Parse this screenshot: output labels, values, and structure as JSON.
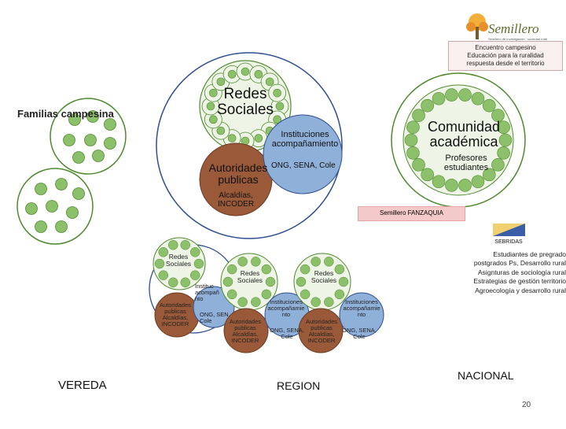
{
  "logo": {
    "name": "Semillero",
    "tagline": "Semillero de investigación · sociedad rural",
    "icon": "tree-logo-icon"
  },
  "top_box": {
    "lines": [
      "Encuentro campesino",
      "Educación para la ruralidad",
      "respuesta desde el territorio"
    ]
  },
  "labels": {
    "familias": "Familias campesina",
    "redes_sociales": "Redes\nSociales",
    "instituciones": "Instituciones\nacompañamiento",
    "ong": "ONG, SENA, Cole",
    "autoridades": "Autoridades\npublicas",
    "alcaldias": "Alcaldías,\nINCODER",
    "comunidad": "Comunidad\nacadémica",
    "profesores": "Profesores\nestudiantes",
    "semillero": "Semillero FANZAQUIA"
  },
  "small_clusters": [
    {
      "redes": "Redes\nSociales",
      "inst": "Instituc\nacompañ\nnto",
      "ong": "ONG, SEN\nCole",
      "aut": "Autoridades\npublicas\nAlcaldías,\nINCODER"
    },
    {
      "redes": "Redes\nSociales",
      "inst": "Instituciones\nacompañamie\nnto",
      "ong": "ONG, SENA,\nCole",
      "aut": "Autoridades\npublicas\nAlcaldías,\nINCODER"
    },
    {
      "redes": "Redes\nSociales",
      "inst": "Instituciones\nacompañamie\nnto",
      "ong": "ONG, SENA,\nCole",
      "aut": "Autoridades\npublicas\nAlcaldías,\nINCODER"
    }
  ],
  "sebrida_logo": "SEBRIDAS",
  "national_text": [
    "Estudiantes de pregrado",
    "postgrados Ps, Desarrollo rural",
    "Asignturas de sociología rural",
    "Estrategias de gestión territorio",
    "Agroecología y desarrollo rural"
  ],
  "levels": {
    "vereda": "VEREDA",
    "region": "REGION",
    "nacional": "NACIONAL"
  },
  "page_number": "20",
  "colors": {
    "green_fill": "#8dc06a",
    "green_stroke": "#4f8a2e",
    "light_green": "#eef5e6",
    "brown": "#9a5a3a",
    "blue": "#8fb0d8",
    "blue_stroke": "#2f4f8f",
    "pink": "#f4c9c9"
  }
}
